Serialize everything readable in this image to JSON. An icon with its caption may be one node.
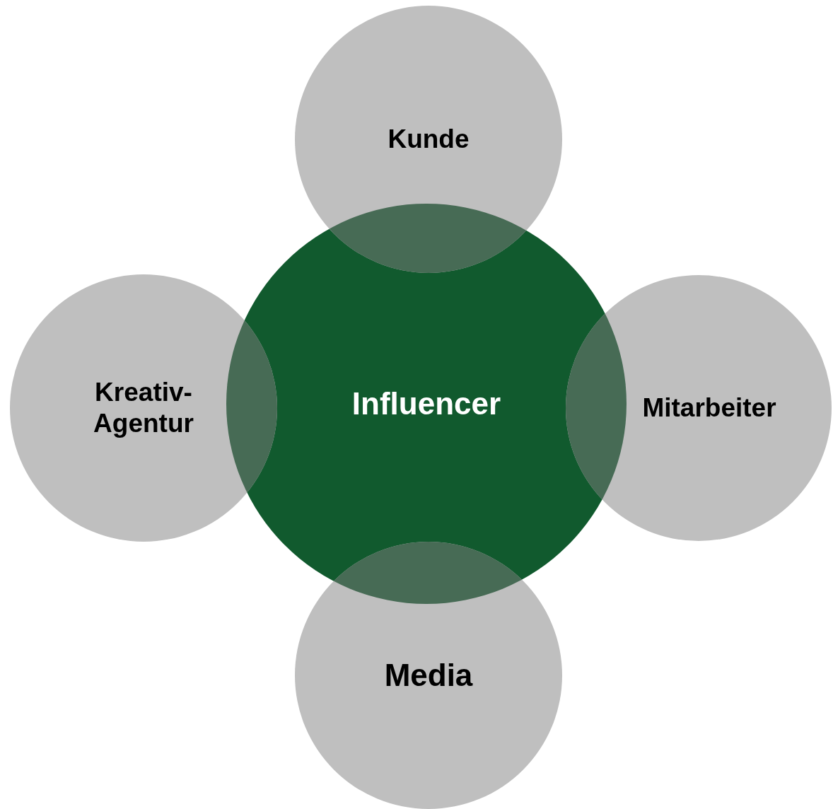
{
  "diagram": {
    "nodes": [
      {
        "text": [
          "Kunde"
        ]
      },
      {
        "text": [
          "Kreativ- Agentur"
        ]
      },
      {
        "text": [
          "Influencer"
        ]
      },
      {
        "text": [
          "Mitarbeiter"
        ]
      },
      {
        "text": [
          "Media"
        ]
      }
    ]
  }
}
